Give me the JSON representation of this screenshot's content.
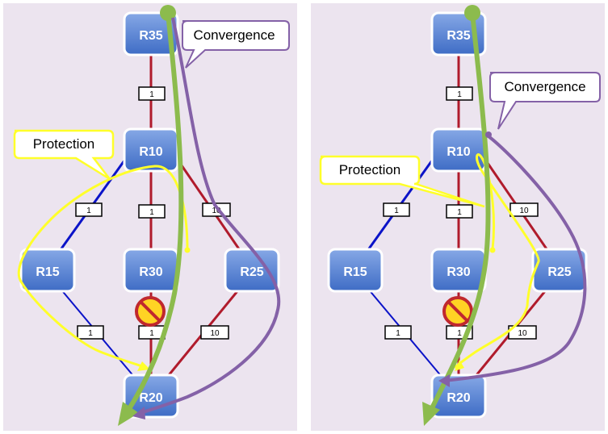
{
  "colors": {
    "panel_bg": "#ece4ef",
    "router_fill_top": "#86a8e6",
    "router_fill_bottom": "#3e6cc5",
    "router_border": "#ffffff",
    "link_blue": "#0b13c8",
    "link_red": "#b01b2c",
    "protection": "#ffff2a",
    "convergence": "#8461a7",
    "traffic": "#8cbb4d",
    "failure_ring": "#c0282e",
    "failure_fill": "#ffd324"
  },
  "panels": [
    {
      "routers": {
        "R35": "R35",
        "R10": "R10",
        "R15": "R15",
        "R30": "R30",
        "R25": "R25",
        "R20": "R20"
      },
      "links": [
        {
          "id": "l-35-10",
          "cost": "1"
        },
        {
          "id": "l-10-15",
          "cost": "1"
        },
        {
          "id": "l-10-30",
          "cost": "1"
        },
        {
          "id": "l-10-25",
          "cost": "10"
        },
        {
          "id": "l-15-20",
          "cost": "1"
        },
        {
          "id": "l-30-20",
          "cost": "1"
        },
        {
          "id": "l-25-20",
          "cost": "10"
        }
      ],
      "protection_label": "Protection",
      "convergence_label": "Convergence"
    },
    {
      "routers": {
        "R35": "R35",
        "R10": "R10",
        "R15": "R15",
        "R30": "R30",
        "R25": "R25",
        "R20": "R20"
      },
      "links": [
        {
          "id": "l-35-10",
          "cost": "1"
        },
        {
          "id": "l-10-15",
          "cost": "1"
        },
        {
          "id": "l-10-30",
          "cost": "1"
        },
        {
          "id": "l-10-25",
          "cost": "10"
        },
        {
          "id": "l-15-20",
          "cost": "1"
        },
        {
          "id": "l-30-20",
          "cost": "1"
        },
        {
          "id": "l-25-20",
          "cost": "10"
        }
      ],
      "protection_label": "Protection",
      "convergence_label": "Convergence"
    }
  ]
}
